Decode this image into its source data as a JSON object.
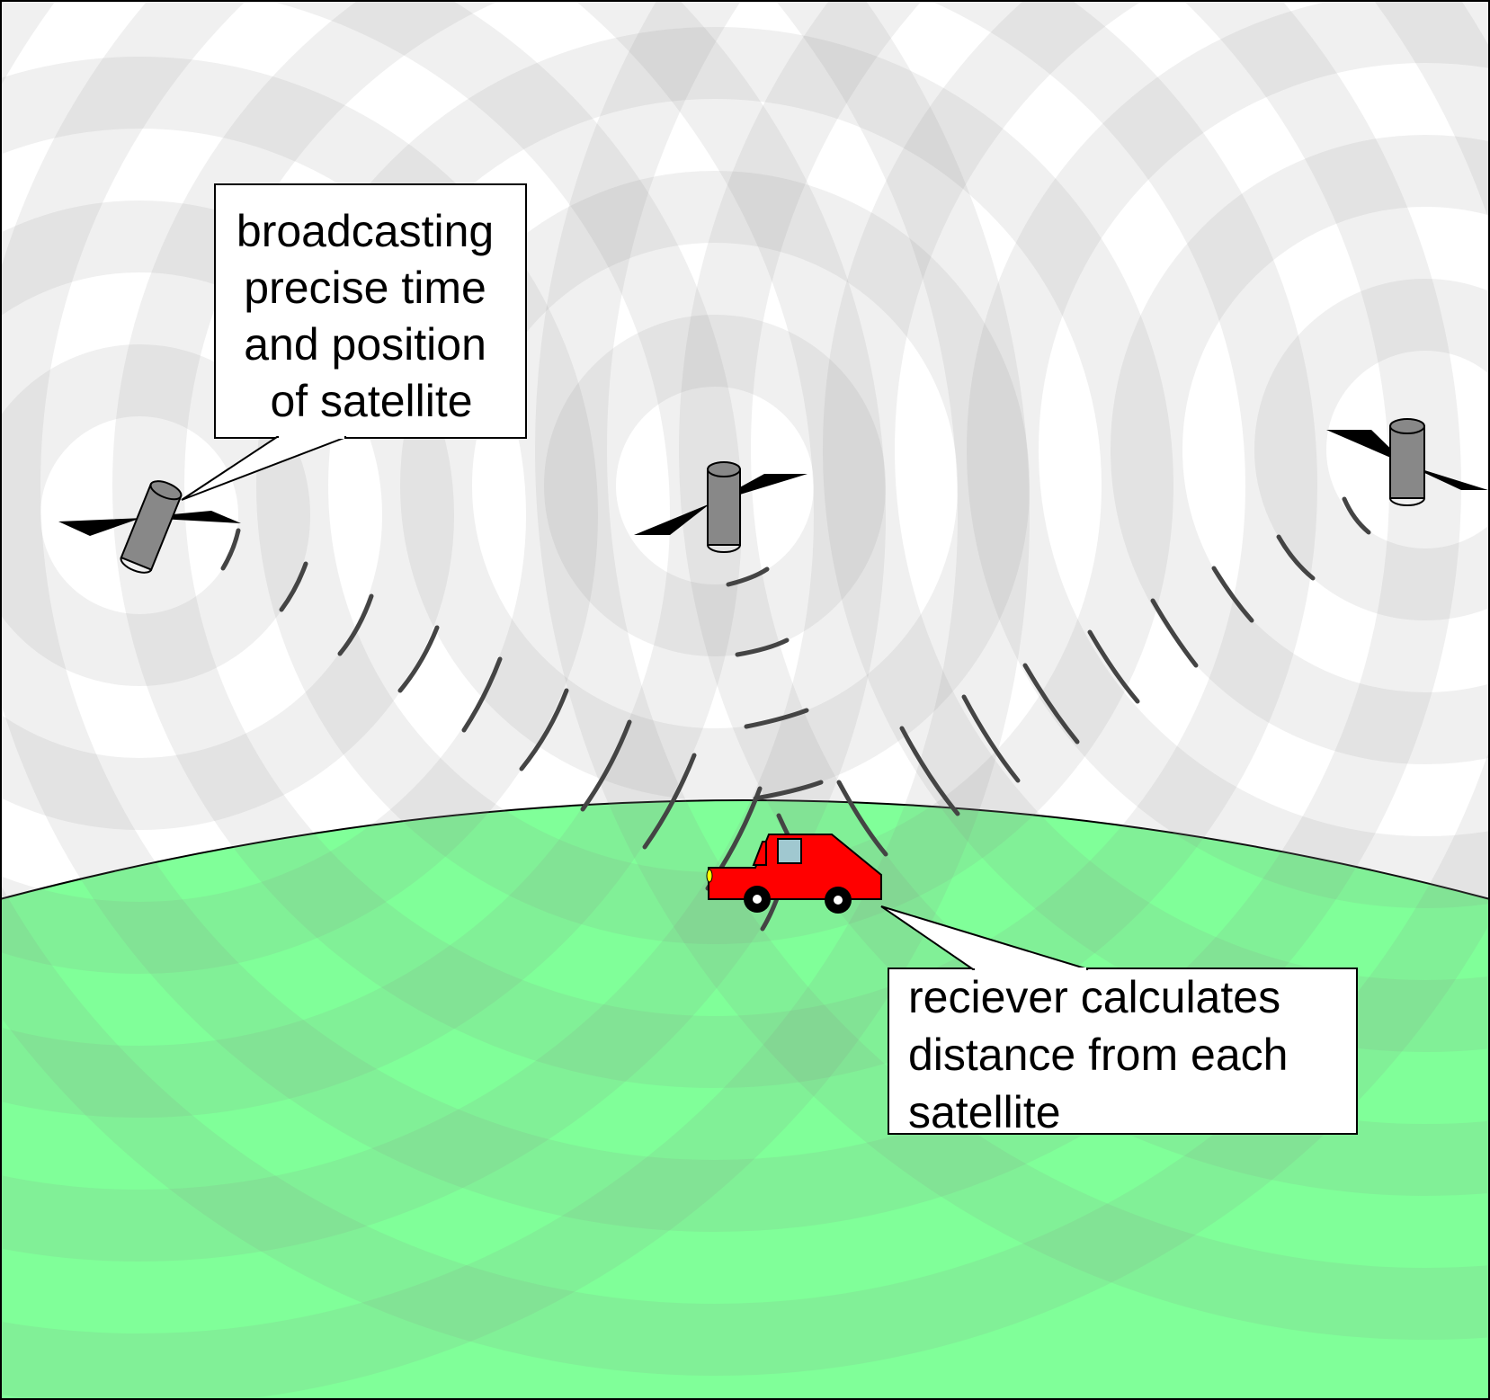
{
  "colors": {
    "sky": "#ffffff",
    "ground": "#80ff99",
    "wave_ring": "#888888",
    "signal_dash": "#444444",
    "satellite_body": "#888888",
    "solar_panel": "#000000",
    "car_body": "#ff0000",
    "car_window": "#a0c8d0",
    "outline": "#000000"
  },
  "icons": {
    "satellite": "satellite-icon",
    "car": "car-icon"
  },
  "callouts": {
    "satellite": {
      "lines": [
        "broadcasting",
        "precise time",
        "and position",
        "of satellite"
      ]
    },
    "receiver": {
      "lines": [
        "reciever calculates",
        "distance from each",
        "satellite"
      ]
    }
  }
}
